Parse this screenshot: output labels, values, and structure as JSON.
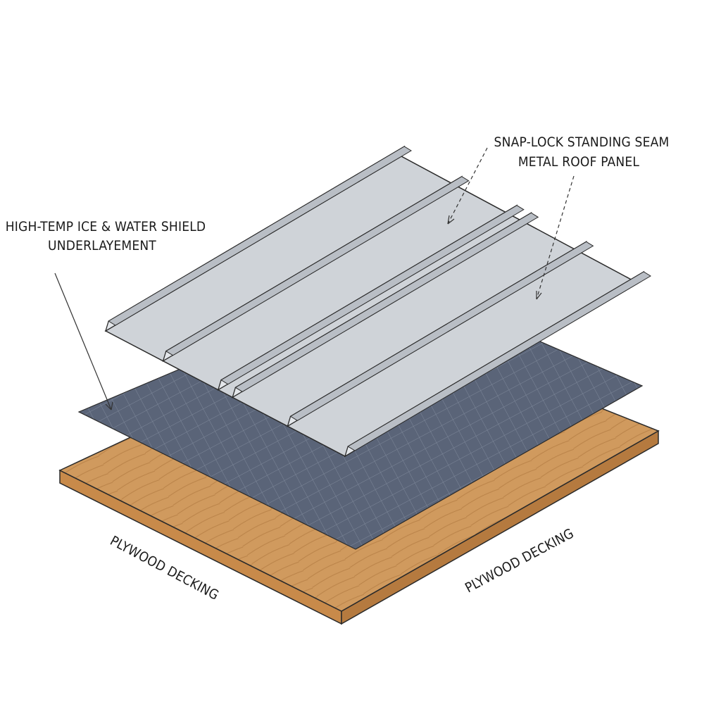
{
  "labels": {
    "metal_panel_line1": "SNAP-LOCK STANDING SEAM",
    "metal_panel_line2": "METAL ROOF PANEL",
    "underlayment_line1": "HIGH-TEMP ICE & WATER SHIELD",
    "underlayment_line2": "UNDERLAYEMENT",
    "plywood_left": "PLYWOOD DECKING",
    "plywood_right": "PLYWOOD DECKING"
  },
  "colors": {
    "wood_top": "#d09a5e",
    "wood_edge": "#b57a3f",
    "membrane": "#5a6478",
    "membrane_grid": "#7e889a",
    "metal": "#cfd3d8",
    "metal_rib": "#e3e6ea",
    "outline": "#2a2a2a"
  }
}
